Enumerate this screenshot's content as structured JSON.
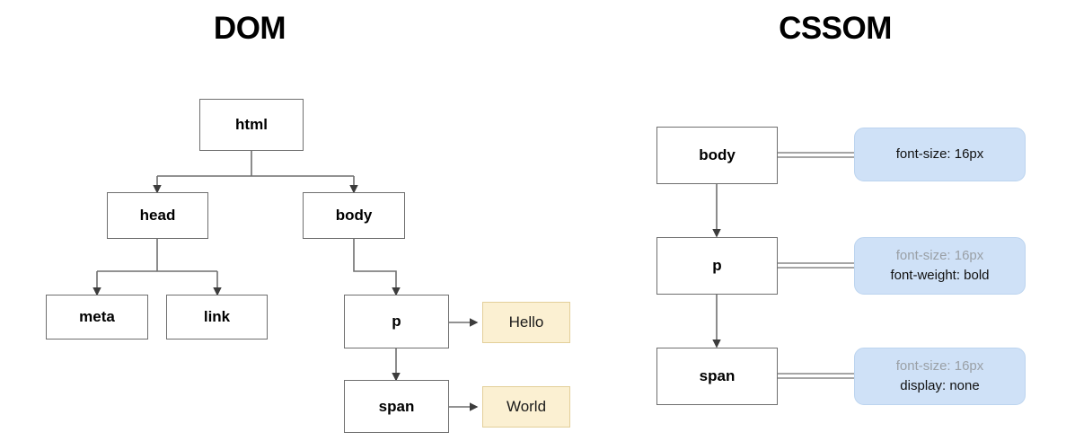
{
  "titles": {
    "dom": "DOM",
    "cssom": "CSSOM"
  },
  "colors": {
    "node_fill": "#ffffff",
    "node_border": "#6f6f6f",
    "text_node_fill": "#fbf0d2",
    "text_node_border": "#e3cf9a",
    "rule_fill": "#cfe1f7",
    "rule_border": "#bcd4ef",
    "inherited_text": "#9aa0a6",
    "own_text": "#111111",
    "edge": "#6f6f6f"
  },
  "dom_tree": {
    "nodes": [
      {
        "id": "html",
        "label": "html"
      },
      {
        "id": "head",
        "label": "head"
      },
      {
        "id": "body",
        "label": "body"
      },
      {
        "id": "meta",
        "label": "meta"
      },
      {
        "id": "link",
        "label": "link"
      },
      {
        "id": "p",
        "label": "p"
      },
      {
        "id": "span",
        "label": "span"
      }
    ],
    "text_nodes": [
      {
        "id": "hello",
        "label": "Hello",
        "parent": "p"
      },
      {
        "id": "world",
        "label": "World",
        "parent": "span"
      }
    ],
    "edges": [
      {
        "from": "html",
        "to": "head"
      },
      {
        "from": "html",
        "to": "body"
      },
      {
        "from": "head",
        "to": "meta"
      },
      {
        "from": "head",
        "to": "link"
      },
      {
        "from": "body",
        "to": "p"
      },
      {
        "from": "p",
        "to": "span"
      },
      {
        "from": "p",
        "to": "hello"
      },
      {
        "from": "span",
        "to": "world"
      }
    ]
  },
  "cssom_tree": {
    "nodes": [
      {
        "id": "body",
        "label": "body"
      },
      {
        "id": "p",
        "label": "p"
      },
      {
        "id": "span",
        "label": "span"
      }
    ],
    "edges": [
      {
        "from": "body",
        "to": "p"
      },
      {
        "from": "p",
        "to": "span"
      }
    ],
    "rules": [
      {
        "id": "rule-body",
        "node": "body",
        "declarations": [
          {
            "text": "font-size: 16px",
            "inherited": false
          }
        ]
      },
      {
        "id": "rule-p",
        "node": "p",
        "declarations": [
          {
            "text": "font-size: 16px",
            "inherited": true
          },
          {
            "text": "font-weight: bold",
            "inherited": false
          }
        ]
      },
      {
        "id": "rule-span",
        "node": "span",
        "declarations": [
          {
            "text": "font-size: 16px",
            "inherited": true
          },
          {
            "text": "display: none",
            "inherited": false
          }
        ]
      }
    ]
  }
}
